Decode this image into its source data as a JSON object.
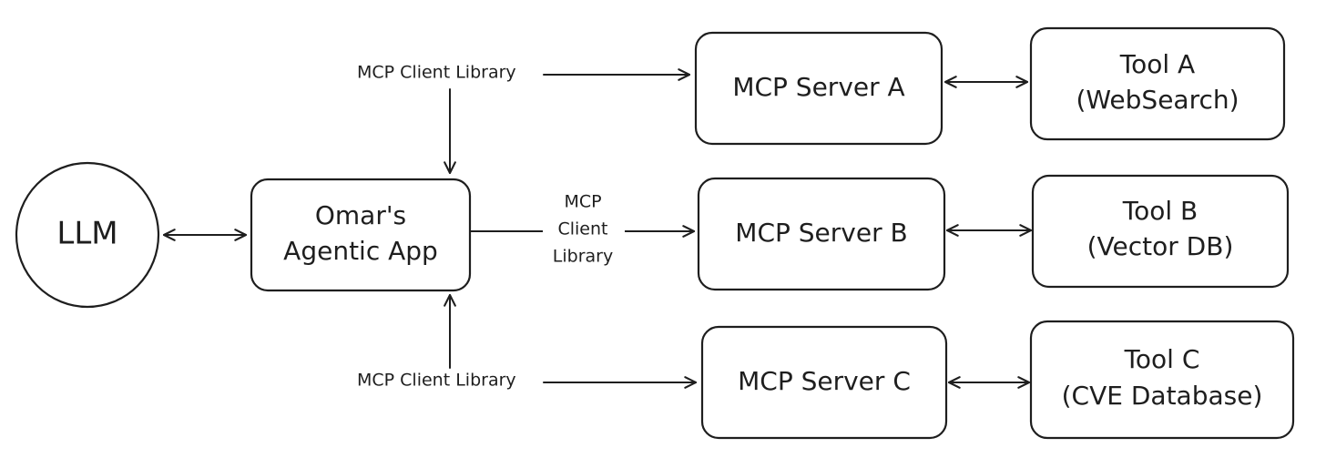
{
  "nodes": {
    "llm": "LLM",
    "app": [
      "Omar's",
      "Agentic App"
    ],
    "server_a": "MCP Server A",
    "server_b": "MCP Server B",
    "server_c": "MCP Server C",
    "tool_a": [
      "Tool A",
      "(WebSearch)"
    ],
    "tool_b": [
      "Tool B",
      "(Vector DB)"
    ],
    "tool_c": [
      "Tool C",
      "(CVE Database)"
    ]
  },
  "edges": {
    "top_label": "MCP Client Library",
    "middle_label": [
      "MCP",
      "Client",
      "Library"
    ],
    "bottom_label": "MCP Client Library"
  }
}
